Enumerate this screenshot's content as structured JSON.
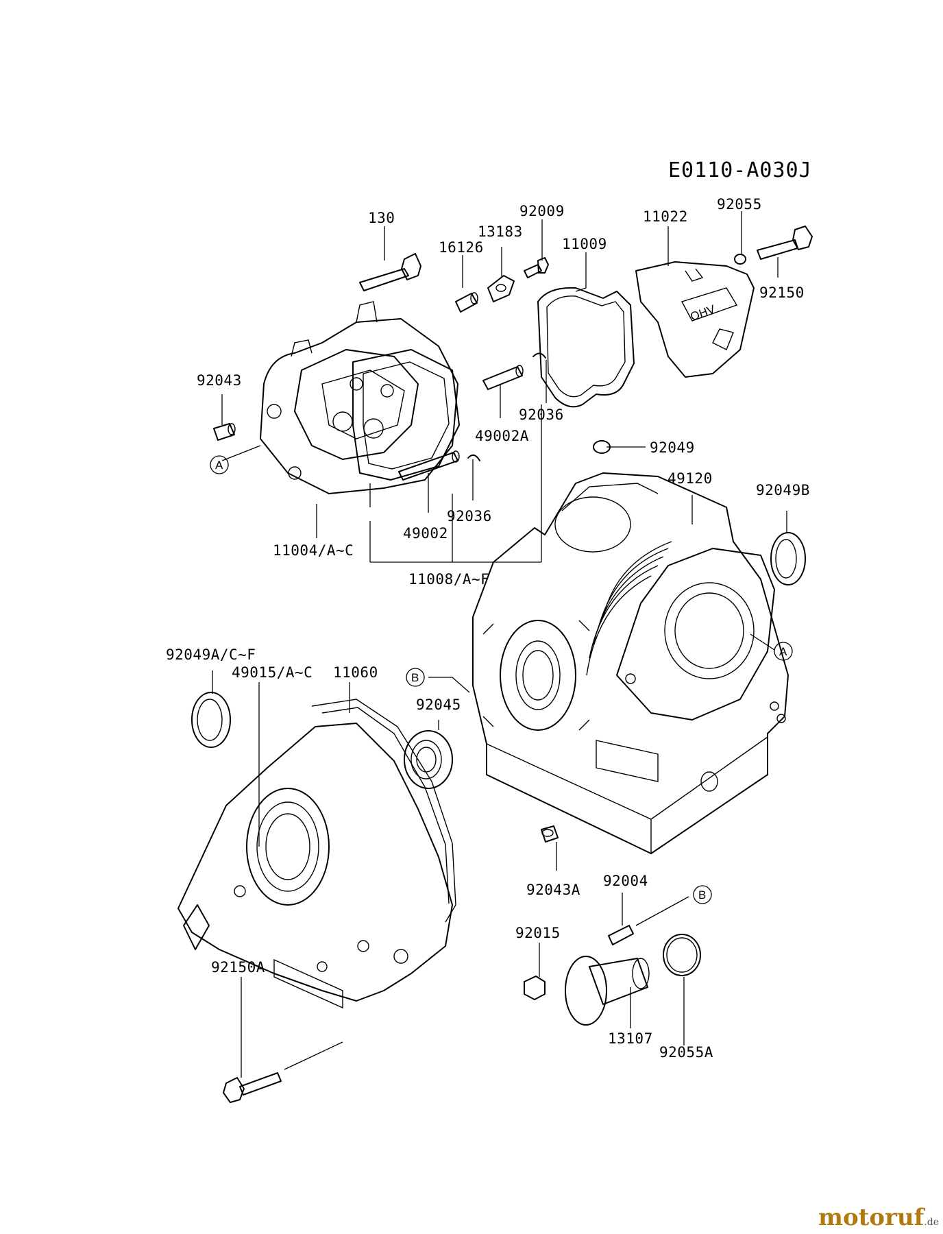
{
  "diagram_code": "E0110-A030J",
  "brand": {
    "name": "motoruf",
    "suffix": ".de"
  },
  "cover_text": "OHV",
  "refs": {
    "a1": "A",
    "a2": "A",
    "b1": "B",
    "b2": "B"
  },
  "labels": {
    "p130": "130",
    "p16126": "16126",
    "p13183": "13183",
    "p92009": "92009",
    "p11009": "11009",
    "p11022": "11022",
    "p92055": "92055",
    "p92150": "92150",
    "p92043": "92043",
    "p92036a": "92036",
    "p49002A": "49002A",
    "p92049": "92049",
    "p49120": "49120",
    "p92049B": "92049B",
    "p92036b": "92036",
    "p49002": "49002",
    "p11004": "11004/A~C",
    "p11008": "11008/A~F",
    "p92049A": "92049A/C~F",
    "p49015": "49015/A~C",
    "p11060": "11060",
    "p92045": "92045",
    "p92043A": "92043A",
    "p92004": "92004",
    "p92015": "92015",
    "p92150A": "92150A",
    "p92055A": "92055A",
    "p13107": "13107"
  }
}
